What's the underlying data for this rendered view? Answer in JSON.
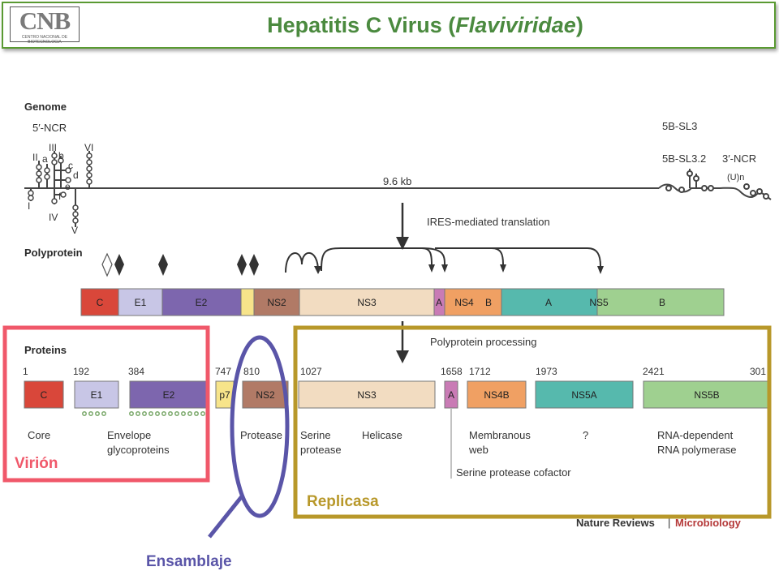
{
  "header": {
    "logo_text": "CNB",
    "logo_subtext": "CENTRO NACIONAL DE BIOTECNOLOGIA",
    "title_main": "Hepatitis C Virus (",
    "title_italic": "Flaviviridae",
    "title_close": ")"
  },
  "figure": {
    "genome_label": "Genome",
    "ncr5_label": "5′-NCR",
    "ncr3_label": "3′-NCR",
    "sl3_label": "5B-SL3",
    "sl32_label": "5B-SL3.2",
    "polyU_label": "(U)n",
    "genome_length": "9.6 kb",
    "ires_label": "IRES-mediated translation",
    "stemloops": [
      "I",
      "II",
      "IIIa",
      "IIIb",
      "IIIc",
      "IIId",
      "IIIe",
      "IIIf",
      "III",
      "IV",
      "V",
      "VI"
    ],
    "polyprotein_label": "Polyprotein",
    "polyprotein_segments": [
      "C",
      "E1",
      "E2",
      "",
      "NS2",
      "NS3",
      "A",
      "NS4",
      "B",
      "A",
      "NS5",
      "B"
    ],
    "processing_label": "Polyprotein processing",
    "proteins_label": "Proteins",
    "proteins": [
      {
        "name": "C",
        "position": "1",
        "color": "#d9473a"
      },
      {
        "name": "E1",
        "position": "192",
        "color": "#c8c6e6"
      },
      {
        "name": "E2",
        "position": "384",
        "color": "#7d66ae"
      },
      {
        "name": "p7",
        "position": "747",
        "color": "#f7e48a"
      },
      {
        "name": "NS2",
        "position": "810",
        "color": "#b17a66"
      },
      {
        "name": "NS3",
        "position": "1027",
        "color": "#f2dcc1"
      },
      {
        "name": "A",
        "position": "1658",
        "color": "#c97bb5"
      },
      {
        "name": "NS4B",
        "position": "1712",
        "color": "#f0a063"
      },
      {
        "name": "NS5A",
        "position": "1973",
        "color": "#56b9ad"
      },
      {
        "name": "NS5B",
        "position": "2421",
        "color": "#9fd090"
      }
    ],
    "last_position": "301",
    "functions": {
      "core": "Core",
      "envelope_1": "Envelope",
      "envelope_2": "glycoproteins",
      "protease": "Protease",
      "serine_1": "Serine",
      "serine_2": "protease",
      "helicase": "Helicase",
      "membranous_1": "Membranous",
      "membranous_2": "web",
      "unknown": "?",
      "rdrp_1": "RNA-dependent",
      "rdrp_2": "RNA polymerase",
      "cofactor": "Serine protease cofactor"
    },
    "credit_journal": "Nature Reviews",
    "credit_separator": "|",
    "credit_section": "Microbiology"
  },
  "annotations": {
    "virion": "Virión",
    "replicasa": "Replicasa",
    "ensamblaje": "Ensamblaje",
    "virion_color": "#f0586a",
    "replicasa_color": "#b8982a",
    "ensamblaje_color": "#5a55a8"
  }
}
